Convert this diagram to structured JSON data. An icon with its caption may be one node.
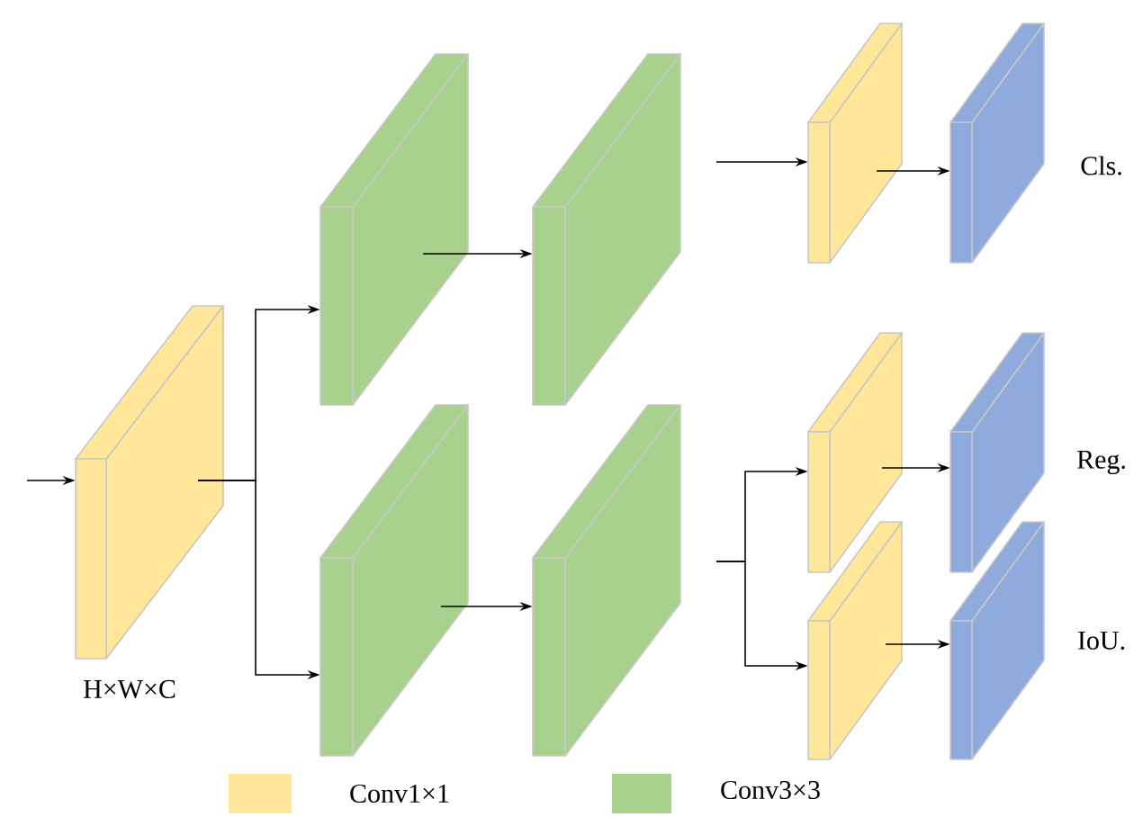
{
  "diagram": {
    "nodes": [
      {
        "text": [],
        "shape": "box",
        "beside": [
          "H×W×C"
        ]
      },
      {
        "text": [],
        "shape": "box"
      },
      {
        "text": [],
        "shape": "box"
      },
      {
        "text": [],
        "shape": "box"
      },
      {
        "text": [],
        "shape": "box"
      },
      {
        "text": [],
        "shape": "box"
      },
      {
        "text": [],
        "shape": "box"
      },
      {
        "text": [],
        "shape": "box"
      },
      {
        "text": [],
        "shape": "box",
        "beside": [
          "Cls."
        ]
      },
      {
        "text": [],
        "shape": "box",
        "beside": [
          "Reg."
        ]
      },
      {
        "text": [],
        "shape": "box",
        "beside": [
          "IoU."
        ]
      }
    ],
    "edges": [
      {
        "from": null,
        "to": 0,
        "arrow": "to"
      },
      {
        "from": 0,
        "to": 1,
        "arrow": "to"
      },
      {
        "from": 0,
        "to": 2,
        "arrow": "to"
      },
      {
        "from": 1,
        "to": 3,
        "arrow": "to"
      },
      {
        "from": 2,
        "to": 4,
        "arrow": "to"
      },
      {
        "from": 3,
        "to": 5,
        "arrow": "to"
      },
      {
        "from": 5,
        "to": 8,
        "arrow": "to"
      },
      {
        "from": 4,
        "to": 6,
        "arrow": "to"
      },
      {
        "from": 4,
        "to": 7,
        "arrow": "to"
      },
      {
        "from": 6,
        "to": 9,
        "arrow": "to"
      },
      {
        "from": 7,
        "to": 10,
        "arrow": "to"
      }
    ],
    "legend": [
      {
        "text": "Conv1×1",
        "color": "#ffe699"
      },
      {
        "text": "Conv3×3",
        "color": "#a9d18e"
      }
    ]
  }
}
